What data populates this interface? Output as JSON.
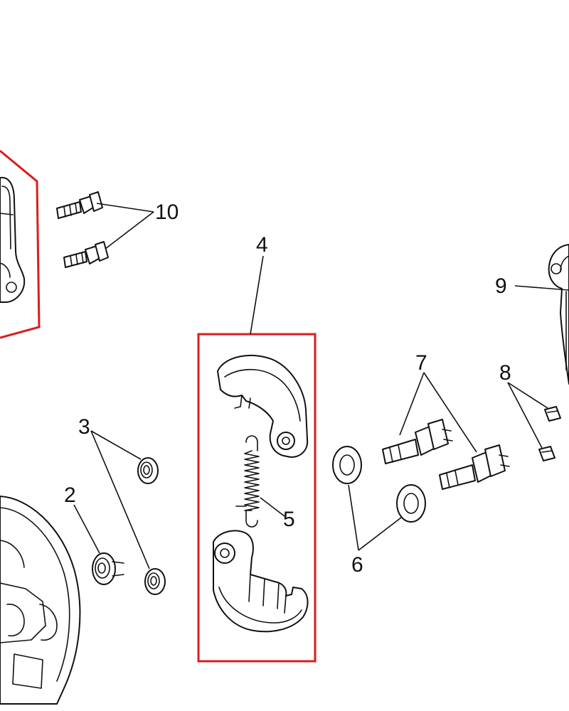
{
  "callouts": {
    "c2": "2",
    "c3": "3",
    "c4": "4",
    "c5": "5",
    "c6": "6",
    "c7": "7",
    "c8": "8",
    "c9": "9",
    "c10": "10"
  },
  "colors": {
    "highlight": "#d81e1e",
    "line": "#111111",
    "background": "#ffffff"
  }
}
